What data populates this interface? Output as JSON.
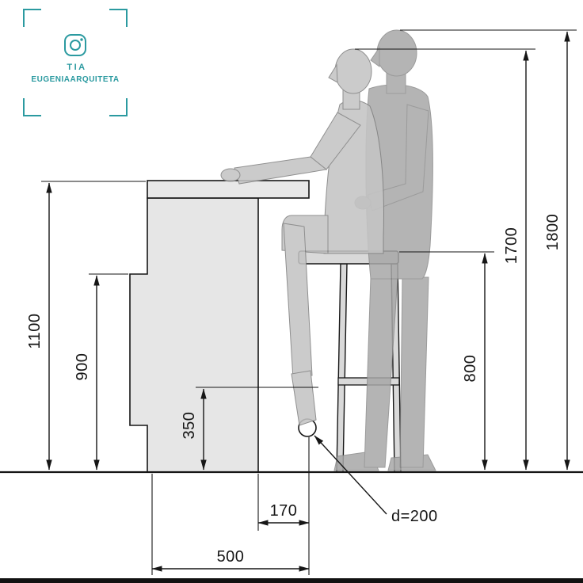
{
  "watermark": {
    "line1": "TIA",
    "line2": "EUGENIAARQUITETA",
    "color": "#2b9aa0",
    "icon": "instagram-camera-icon"
  },
  "dimensions": {
    "d1100": "1100",
    "d900": "900",
    "d350": "350",
    "d800": "800",
    "d1700": "1700",
    "d1800": "1800",
    "d170": "170",
    "d500": "500",
    "d200": "d=200"
  },
  "colors": {
    "ink": "#161616",
    "furniture_fill": "#e6e6e6",
    "stool_fill": "#d9d9d9",
    "standing_person_fill": "#a7a7a7",
    "seated_person_fill": "#c4c4c4",
    "watermark_teal": "#2b9aa0",
    "background": "#ffffff"
  }
}
